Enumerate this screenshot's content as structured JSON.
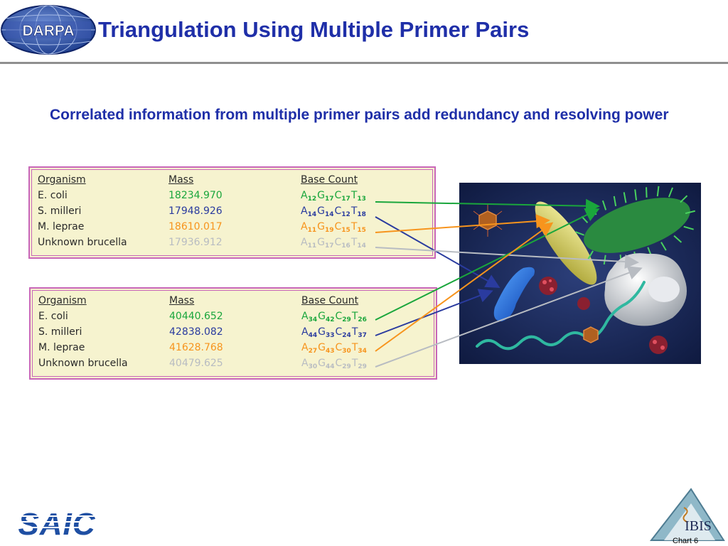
{
  "header": {
    "logo_text": "DARPA",
    "title": "Triangulation Using Multiple Primer Pairs"
  },
  "subtitle": "Correlated information from multiple primer pairs add redundancy and resolving power",
  "tables": [
    {
      "headers": {
        "organism": "Organism",
        "mass": "Mass",
        "base_count": "Base Count"
      },
      "rows": [
        {
          "organism": "E. coli",
          "mass": "18234.970",
          "color": "#1aa63c",
          "A": "12",
          "G": "17",
          "C": "17",
          "T": "13"
        },
        {
          "organism": "S.  milleri",
          "mass": "17948.926",
          "color": "#2a3b9f",
          "A": "14",
          "G": "14",
          "C": "12",
          "T": "18"
        },
        {
          "organism": "M. leprae",
          "mass": "18610.017",
          "color": "#f7941d",
          "A": "11",
          "G": "19",
          "C": "15",
          "T": "15"
        },
        {
          "organism": "Unknown  brucella",
          "mass": "17936.912",
          "color": "#b8bcc2",
          "A": "11",
          "G": "17",
          "C": "16",
          "T": "14"
        }
      ]
    },
    {
      "headers": {
        "organism": "Organism",
        "mass": "Mass",
        "base_count": "Base Count"
      },
      "rows": [
        {
          "organism": "E. coli",
          "mass": "40440.652",
          "color": "#1aa63c",
          "A": "34",
          "G": "42",
          "C": "29",
          "T": "26"
        },
        {
          "organism": "S.  milleri",
          "mass": "42838.082",
          "color": "#2a3b9f",
          "A": "44",
          "G": "33",
          "C": "24",
          "T": "37"
        },
        {
          "organism": "M. leprae",
          "mass": "41628.768",
          "color": "#f7941d",
          "A": "27",
          "G": "43",
          "C": "30",
          "T": "34"
        },
        {
          "organism": "Unknown  brucella",
          "mass": "40479.625",
          "color": "#b8bcc2",
          "A": "30",
          "G": "44",
          "C": "29",
          "T": "29"
        }
      ]
    }
  ],
  "bases": {
    "a": "A",
    "g": "G",
    "c": "C",
    "t": "T"
  },
  "image": {
    "description_icon": "microorganisms-illustration"
  },
  "footer": {
    "left_logo_text": "SAIC",
    "right_logo_text": "IBIS",
    "page_label": "Chart 6"
  },
  "colors": {
    "title": "#1f2fa8",
    "table_bg": "#f6f3cf",
    "table_border": "#c866b8",
    "green": "#1aa63c",
    "blue": "#2a3b9f",
    "orange": "#f7941d",
    "gray": "#b8bcc2"
  }
}
